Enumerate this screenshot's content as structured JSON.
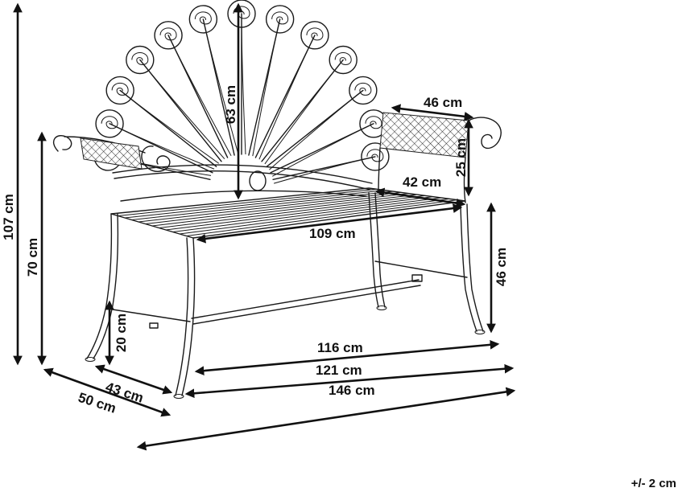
{
  "dimensions": {
    "total_height": "107 cm",
    "armrest_height": "70 cm",
    "legrest_height": "20 cm",
    "base_depth": "43 cm",
    "overall_depth": "50 cm",
    "back_height": "63 cm",
    "armrest_length": "46 cm",
    "armrest_drop": "25 cm",
    "seat_depth": "42 cm",
    "seat_width": "109 cm",
    "seat_height": "46 cm",
    "leg_span_inner": "116 cm",
    "leg_span_outer": "121 cm",
    "overall_width": "146 cm"
  },
  "tolerance": "+/- 2 cm",
  "colors": {
    "ink": "#111111",
    "background": "#ffffff"
  }
}
